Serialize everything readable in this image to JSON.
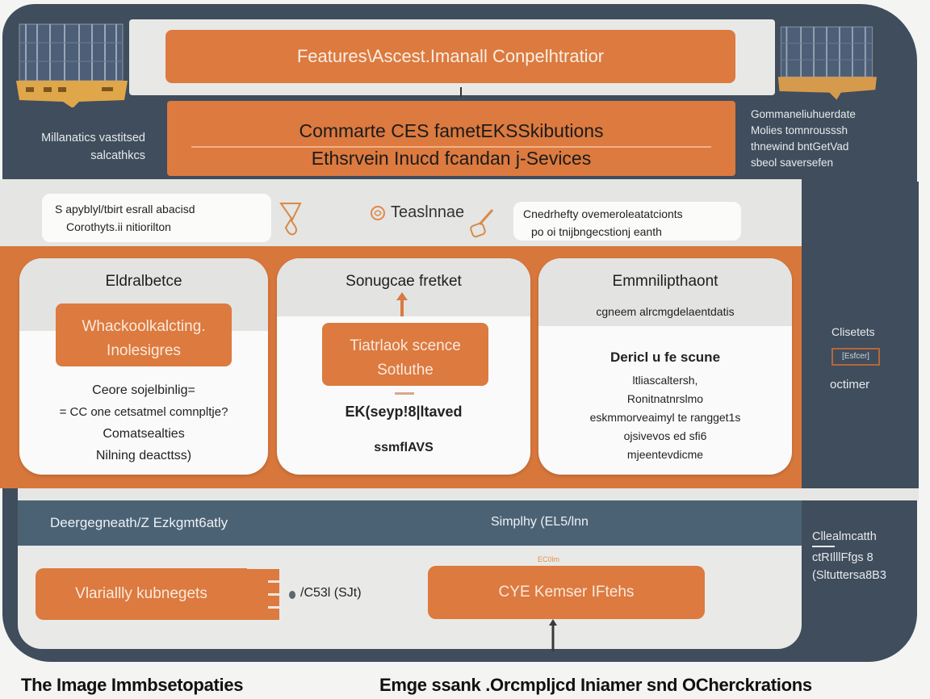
{
  "header": {
    "title": "Features\\Ascest.Imanall Conpelhtratior",
    "subtitle_line1": "Commarte CES fametEKSSkibutions",
    "subtitle_line2": "Ethsrvein Inucd fcandan j-Sevices"
  },
  "left_note": {
    "line1": "Millanatics vastitsed",
    "line2": "salcathkcs"
  },
  "right_note": {
    "line1": "Gommaneliuhuerdate",
    "line2": "Molies tomnrousssh",
    "line3": "thnewind bntGetVad",
    "line4": "sbeol saversefen"
  },
  "info_row": {
    "left_pill_line1": "S apyblyl/tbirt esrall abacisd",
    "left_pill_line2": "Corothyts.ii nitiorilton",
    "team_label": "Teaslnnae",
    "right_pill_line1": "Cnedrhefty ovemeroleatatcionts",
    "right_pill_line2": "po oi tnijbngecstionj eanth"
  },
  "cards": [
    {
      "title": "Eldralbetce",
      "chip_line1": "Whackoolkalcting.",
      "chip_line2": "Inolesigres",
      "body": [
        "Ceore sojelbinlig=",
        "= CC one cetsatmel comnpltje?",
        "Comatsealties",
        "Nilning deacttss)"
      ]
    },
    {
      "title": "Sonugcae fretket",
      "chip_line1": "Tiatrlaok scence",
      "chip_line2": "Sotluthe",
      "body_bold": "EK(seyp!8|ltaved",
      "body_footer": "ssmflAVS"
    },
    {
      "title": "Emmnilipthaont",
      "subtitle": "cgneem alrcmgdelaentdatis",
      "body_heading": "Dericl u fe scune",
      "body": [
        "ltliascaltersh,",
        "Ronitnatnrslmo",
        "eskmmorveaimyl te rangget1s",
        "ojsivevos ed sfi6",
        "mjeentevdicme"
      ]
    }
  ],
  "right_panel": {
    "label_top": "Clisetets",
    "tag": "[Esfcer]",
    "label_bottom": "octimer"
  },
  "bottom": {
    "header_left": "Deergegneath/Z Ezkgmt6atly",
    "header_right": "Simplhy (EL5/lnn",
    "button_left": "Vlariallly kubnegets",
    "side_label": "/C53l  (SJt)",
    "small_label": "EC0lm",
    "button_right": "CYE Kemser IFtehs",
    "right_note_line1": "Cllealmcatth",
    "right_note_line2": "ctRIlllFfgs 8",
    "right_note_line3": "(Sltuttersa8B3"
  },
  "captions": {
    "left": "The Image Immbsetopaties",
    "right": "Emge ssank .Orcmpljcd Iniamer snd OCherckrations"
  },
  "colors": {
    "accent_orange": "#dc7a3f",
    "slate": "#3f4d5c",
    "steel_blue": "#4b6275",
    "light_panel": "#e8e8e6"
  }
}
